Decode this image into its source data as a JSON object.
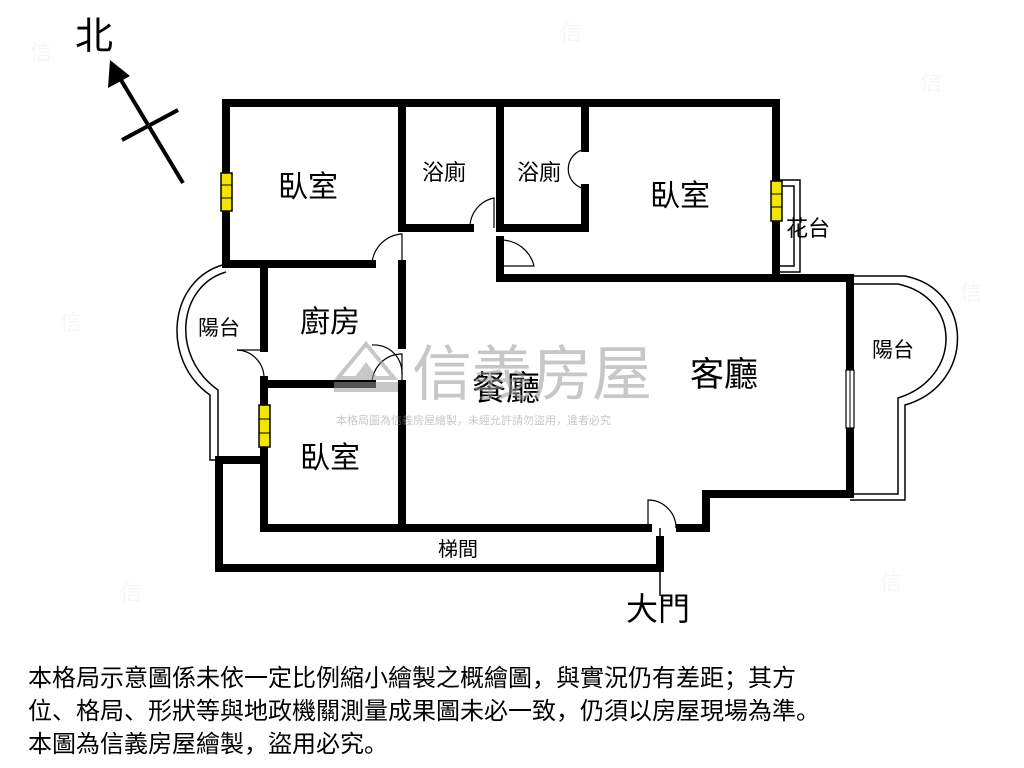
{
  "compass": {
    "label": "北"
  },
  "rooms": {
    "bedroom_nw": "臥室",
    "bath_1": "浴廁",
    "bath_2": "浴廁",
    "bedroom_ne": "臥室",
    "planter": "花台",
    "balcony_w": "陽台",
    "kitchen": "廚房",
    "dining": "餐廳",
    "living": "客廳",
    "balcony_e": "陽台",
    "bedroom_sw": "臥室",
    "stairwell": "梯間",
    "main_door": "大門"
  },
  "watermark": {
    "brand": "信義房屋",
    "caption": "本格局圖為信義房屋繪製，未經允許請勿盜用，違者必究"
  },
  "disclaimer": {
    "lines": [
      "本格局示意圖係未依一定比例縮小繪製之概繪圖，與實況仍有差距；其方",
      "位、格局、形狀等與地政機關測量成果圖未必一致，仍須以房屋現場為準。",
      "本圖為信義房屋繪製，盜用必究。"
    ]
  },
  "colors": {
    "wall": "#000000",
    "window": "#f2e600",
    "watermark": "#9a9a9a"
  }
}
